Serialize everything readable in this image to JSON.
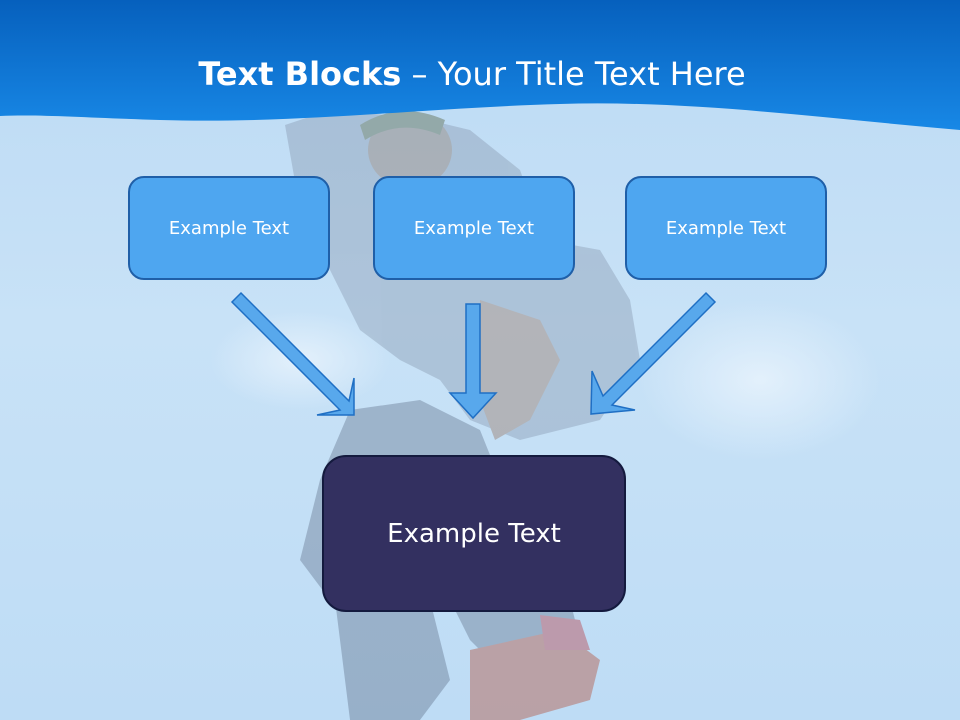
{
  "slide": {
    "title_bold": "Text Blocks",
    "title_dash": " – ",
    "title_rest": "Your Title Text Here"
  },
  "diagram": {
    "top_blocks": [
      {
        "label": "Example Text"
      },
      {
        "label": "Example Text"
      },
      {
        "label": "Example Text"
      }
    ],
    "bottom_block": {
      "label": "Example Text"
    }
  },
  "colors": {
    "header_blue": "#0a6fd0",
    "block_fill": "#4ea6f0",
    "block_border": "#1f5fa8",
    "bottom_fill": "#333060",
    "arrow_fill": "#58a8ec"
  }
}
